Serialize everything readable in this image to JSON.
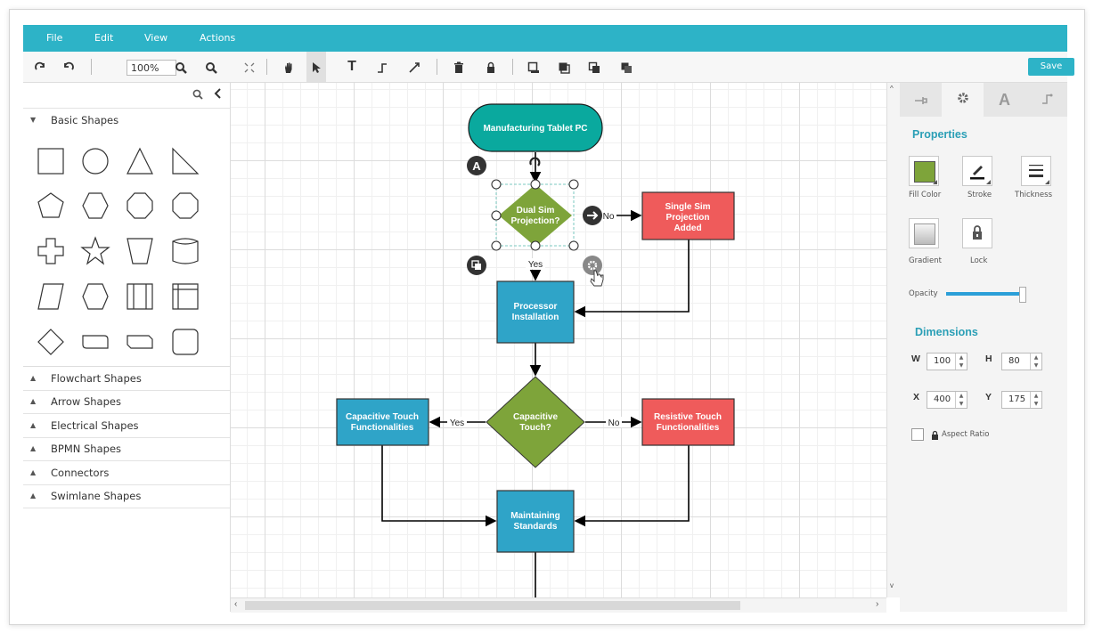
{
  "menu": {
    "items": [
      "File",
      "Edit",
      "View",
      "Actions"
    ]
  },
  "toolbar": {
    "zoom": "100%",
    "save_label": "Save"
  },
  "palette": {
    "search_placeholder": "",
    "groups": [
      "Basic Shapes",
      "Flowchart Shapes",
      "Arrow Shapes",
      "Electrical Shapes",
      "BPMN Shapes",
      "Connectors",
      "Swimlane Shapes"
    ]
  },
  "diagram": {
    "nodes": {
      "n1": "Manufacturing Tablet PC",
      "n2a": "Dual Sim",
      "n2b": "Projection?",
      "n3a": "Single Sim",
      "n3b": "Projection",
      "n3c": "Added",
      "n4a": "Processor",
      "n4b": "Installation",
      "n5a": "Capacitive",
      "n5b": "Touch?",
      "n6a": "Capacitive Touch",
      "n6b": "Functionalities",
      "n7a": "Resistive Touch",
      "n7b": "Functionalities",
      "n8a": "Maintaining",
      "n8b": "Standards"
    },
    "edges": {
      "no1": "No",
      "yes1": "Yes",
      "yes2": "Yes",
      "no2": "No"
    },
    "badge": "A",
    "colors": {
      "teal": "#0aa99e",
      "green": "#7ea43a",
      "red": "#ef5b5b",
      "blue": "#2fa4c8"
    }
  },
  "properties": {
    "tabs": [
      "pin-icon",
      "gear-icon",
      "text-icon",
      "connector-icon"
    ],
    "title": "Properties",
    "fill_color_label": "Fill Color",
    "stroke_label": "Stroke",
    "thickness_label": "Thickness",
    "gradient_label": "Gradient",
    "lock_label": "Lock",
    "opacity_label": "Opacity",
    "fill_color": "#7ea43a",
    "dimensions_title": "Dimensions",
    "w_label": "W",
    "w_value": "100",
    "h_label": "H",
    "h_value": "80",
    "x_label": "X",
    "x_value": "400",
    "y_label": "Y",
    "y_value": "175",
    "aspect_label": "Aspect Ratio"
  }
}
